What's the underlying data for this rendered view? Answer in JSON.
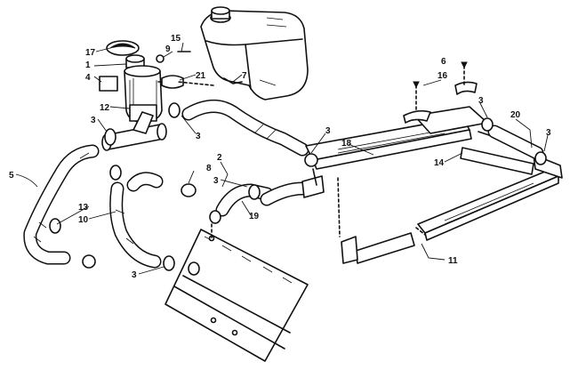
{
  "callouts": [
    {
      "id": "c17",
      "text": "17"
    },
    {
      "id": "c1",
      "text": "1"
    },
    {
      "id": "c4",
      "text": "4"
    },
    {
      "id": "c15",
      "text": "15"
    },
    {
      "id": "c9",
      "text": "9"
    },
    {
      "id": "c21",
      "text": "21"
    },
    {
      "id": "c7",
      "text": "7"
    },
    {
      "id": "c12",
      "text": "12"
    },
    {
      "id": "c3a",
      "text": "3"
    },
    {
      "id": "c3b",
      "text": "3"
    },
    {
      "id": "c5",
      "text": "5"
    },
    {
      "id": "c2",
      "text": "2"
    },
    {
      "id": "c8",
      "text": "8"
    },
    {
      "id": "c3c",
      "text": "3"
    },
    {
      "id": "c13",
      "text": "13"
    },
    {
      "id": "c10",
      "text": "10"
    },
    {
      "id": "c19",
      "text": "19"
    },
    {
      "id": "c3d",
      "text": "3"
    },
    {
      "id": "c3e",
      "text": "3"
    },
    {
      "id": "c18",
      "text": "18"
    },
    {
      "id": "c6",
      "text": "6"
    },
    {
      "id": "c16",
      "text": "16"
    },
    {
      "id": "c3f",
      "text": "3"
    },
    {
      "id": "c20",
      "text": "20"
    },
    {
      "id": "c3g",
      "text": "3"
    },
    {
      "id": "c14",
      "text": "14"
    },
    {
      "id": "c11",
      "text": "11"
    }
  ]
}
